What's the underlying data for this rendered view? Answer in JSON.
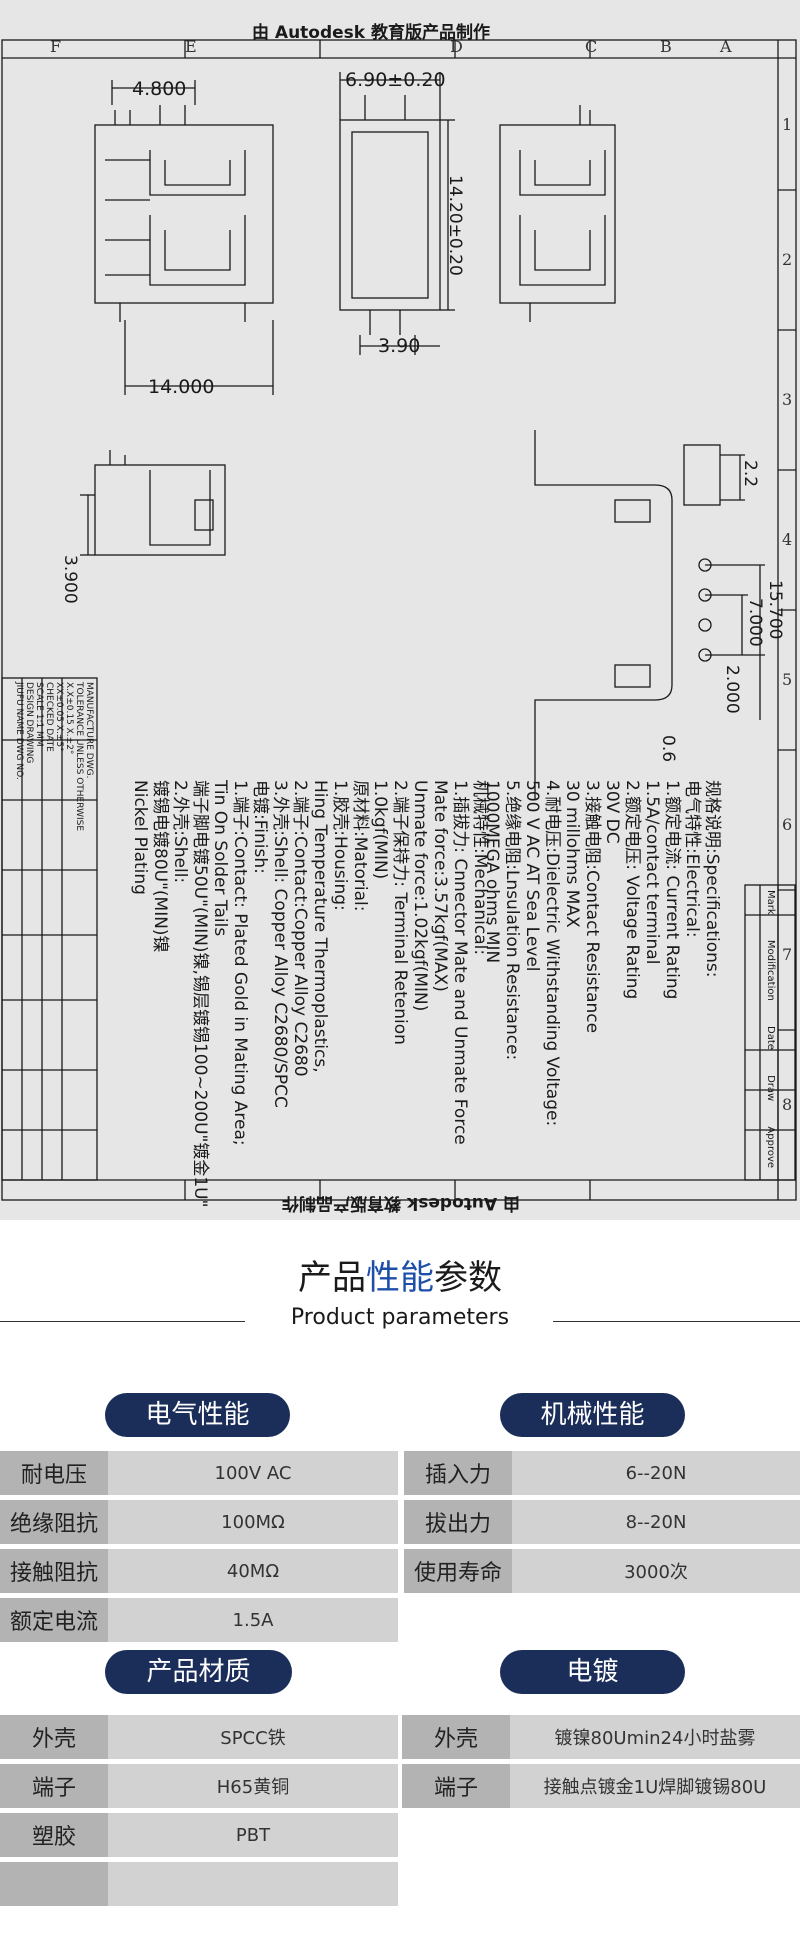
{
  "drawing": {
    "banner": "由 Autodesk 教育版产品制作",
    "dims": {
      "d_4800": "4.800",
      "d_690": "6.90±0.20",
      "d_1420": "14.20±0.20",
      "d_390": "3.90",
      "d_14000": "14.000",
      "d_3900": "3.900",
      "d_22": "2.2",
      "d_15700": "15.700",
      "d_7000": "7.000",
      "d_2000": "2.000",
      "d_06": "0.6"
    },
    "zones_top": [
      "F",
      "E",
      "D",
      "C",
      "B",
      "A"
    ],
    "zones_side": [
      "1",
      "2",
      "3",
      "4",
      "5",
      "6",
      "7",
      "8"
    ],
    "specs_col1": [
      "规格说明:Specifications:",
      "电气特性:Electrical:",
      "1.额定电流: Current  Rating",
      "      1.5A/contact terminal",
      "2.额定电压: Voltage  Rating",
      "           30V  DC",
      "3.接触电阻:Contact  Resistance",
      "       30  millohms MAX",
      "4.耐电压:Dielectric  Withstanding  Voltage:",
      "       500 V AC AT Sea Level",
      "5.绝缘电阻:Lnsulation  Resistance:",
      "       1000MEGA  ohms MIN"
    ],
    "specs_col2": [
      "机械特性:Mechanical:",
      "1.插拔力: Cnnector  Mate  and  Unmate  Force",
      "     Mate force:3.57kgf(MAX)",
      "     Unmate force:1.02kgf(MIN)",
      "2.端子保持力: Terminal  Retenion",
      "          1.0kgf(MIN)",
      "",
      "原材料:Matorial:",
      "  1.胶壳:Housing:",
      "     Hing  Temperature  Thermoplastics,",
      "",
      "2.端子:Contact:Copper  Alloy  C2680",
      "3.外壳:Shell:  Copper  Alloy  C2680/SPCC",
      "",
      "电镀:Finish:",
      "  1.端子:Contact:  Plated  Gold  in  Mating  Area;",
      "                  Tin  On  Solder  Tails",
      "     端子脚电镀50U\"(MIN)镍,锡层镀锡100~200U\"镀金1U\"",
      "  2.外壳:Shell:",
      "     镀锡电镀80U\"(MIN)镍",
      "          Nickel  Plating"
    ],
    "title_block": [
      "MANUFACTURE DWG.",
      "TOLERANCE UNLESS OTHERWISE",
      "X.X±0.15   X.±2°",
      "XX±0.05    X.±5°",
      "CHECKED   DATE",
      "SCALE 1:1   MM",
      "DESIGN   DRAWING",
      "JIUFU   NAME   DWG NO."
    ],
    "revision_block": [
      "Mark",
      "Modification",
      "Date",
      "Draw",
      "Approve"
    ]
  },
  "params": {
    "title_pre": "产品",
    "title_accent": "性能",
    "title_post": "参数",
    "subtitle": "Product parameters",
    "electrical": {
      "title": "电气性能",
      "rows": [
        {
          "k": "耐电压",
          "v": "100V  AC"
        },
        {
          "k": "绝缘阻抗",
          "v": "100MΩ"
        },
        {
          "k": "接触阻抗",
          "v": "40MΩ"
        },
        {
          "k": "额定电流",
          "v": "1.5A"
        }
      ]
    },
    "mechanical": {
      "title": "机械性能",
      "rows": [
        {
          "k": "插入力",
          "v": "6--20N"
        },
        {
          "k": "拔出力",
          "v": "8--20N"
        },
        {
          "k": "使用寿命",
          "v": "3000次"
        }
      ]
    },
    "material": {
      "title": "产品材质",
      "rows": [
        {
          "k": "外壳",
          "v": "SPCC铁"
        },
        {
          "k": "端子",
          "v": "H65黄铜"
        },
        {
          "k": "塑胶",
          "v": "PBT"
        },
        {
          "k": "",
          "v": ""
        }
      ]
    },
    "plating": {
      "title": "电镀",
      "rows": [
        {
          "k": "外壳",
          "v": "镀镍80Umin24小时盐雾"
        },
        {
          "k": "端子",
          "v": "接触点镀金1U焊脚镀锡80U"
        }
      ]
    }
  }
}
